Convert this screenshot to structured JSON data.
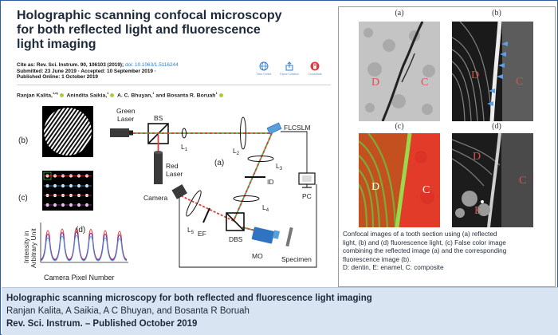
{
  "paper": {
    "title_lines": [
      "Holographic scanning confocal microscopy",
      "for both reflected light and fluorescence",
      "light imaging"
    ],
    "cite_label": "Cite as: Rev. Sci. Instrum. 90, 106103 (2019); ",
    "cite_doi": "doi: 10.1063/1.5116244",
    "submitted": "Submitted: 23 June 2019 · Accepted: 10 September 2019 ·",
    "published": "Published Online: 1 October 2019",
    "authors": [
      "Ranjan Kalita,",
      "Anindita Saikia,",
      "A. C. Bhuyan,",
      "and Bosanta R. Boruah"
    ],
    "author_marks": [
      "1,a)",
      "1",
      "1",
      "1"
    ],
    "tools": [
      "View Online",
      "Export Citation",
      "CrossMark"
    ]
  },
  "figure": {
    "label_b": "(b)",
    "label_c": "(c)",
    "label_d": "(d)",
    "label_a": "(a)",
    "green_laser": [
      "Green",
      "Laser"
    ],
    "bs": "BS",
    "l1": "L",
    "l1_sub": "1",
    "l2": "L",
    "l2_sub": "2",
    "l3": "L",
    "l3_sub": "3",
    "l4": "L",
    "l4_sub": "4",
    "l5": "L",
    "l5_sub": "5",
    "flcslm": "FLCSLM",
    "red_laser": [
      "Red",
      "Laser"
    ],
    "id": "ID",
    "pc": "PC",
    "camera": "Camera",
    "ef": "EF",
    "dbs": "DBS",
    "mo": "MO",
    "specimen": "Specimen",
    "plot_ylabel_1": "Intensity in",
    "plot_ylabel_2": "Arbitrary Unit",
    "plot_xlabel": "Camera Pixel Number"
  },
  "panel": {
    "labels": [
      "(a)",
      "(b)",
      "(c)",
      "(d)"
    ],
    "region_letters": {
      "a": [
        "D",
        "C"
      ],
      "b": [
        "D",
        "C"
      ],
      "c": [
        "D",
        "C"
      ],
      "d": [
        "D",
        "C",
        "E"
      ]
    },
    "caption_lines": [
      "Confocal images of a tooth section using (a) reflected",
      "light, (b) and (d) fluorescence light, (c) False color image",
      "combining the reflected image (a) and the corresponding",
      "fluorescence image (b).",
      "D: dentin, E: enamel, C: composite"
    ]
  },
  "footer": {
    "title": "Holographic scanning microscopy for both reflected and fluorescence light imaging",
    "authors": "Ranjan Kalita, A Saikia, A C Bhuyan, and Bosanta R Boruah",
    "journal": "Rev. Sci. Instrum. – Published October 2019"
  },
  "colors": {
    "frame": "#2f5e9e",
    "footer_bg": "#d8e4f2",
    "title": "#1e2a3a",
    "doi": "#2b7bd5",
    "beam_green": "#4caf50",
    "beam_red": "#e53935",
    "optics_blue": "#2f74c0"
  }
}
